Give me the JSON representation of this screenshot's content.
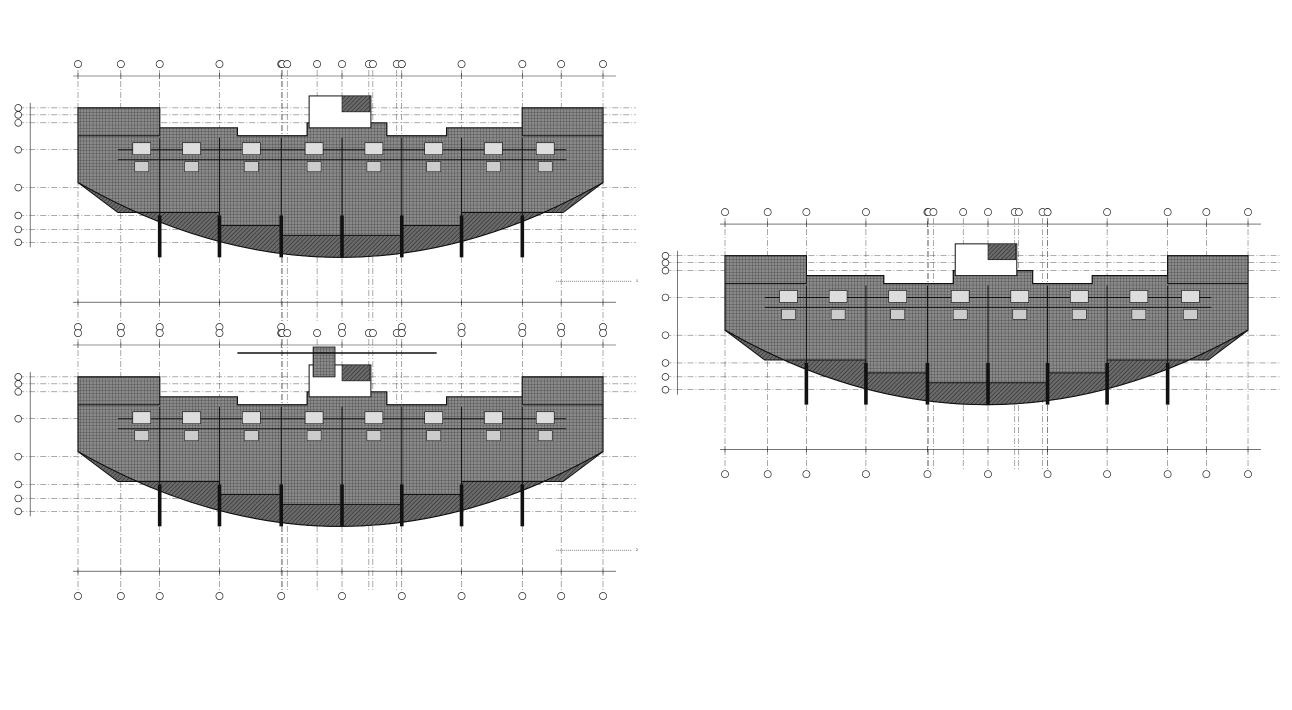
{
  "drawing": {
    "sheet_labels": [
      {
        "id": "plan-1",
        "caption": "1"
      },
      {
        "id": "plan-2",
        "caption": "2"
      }
    ]
  },
  "colors": {
    "paper": "#ffffff",
    "ink": "#111111",
    "hatch": "#333333",
    "fill_dark": "#555555"
  },
  "plans": [
    {
      "id": "plan-top-left"
    },
    {
      "id": "plan-bottom-left"
    },
    {
      "id": "plan-right"
    }
  ]
}
